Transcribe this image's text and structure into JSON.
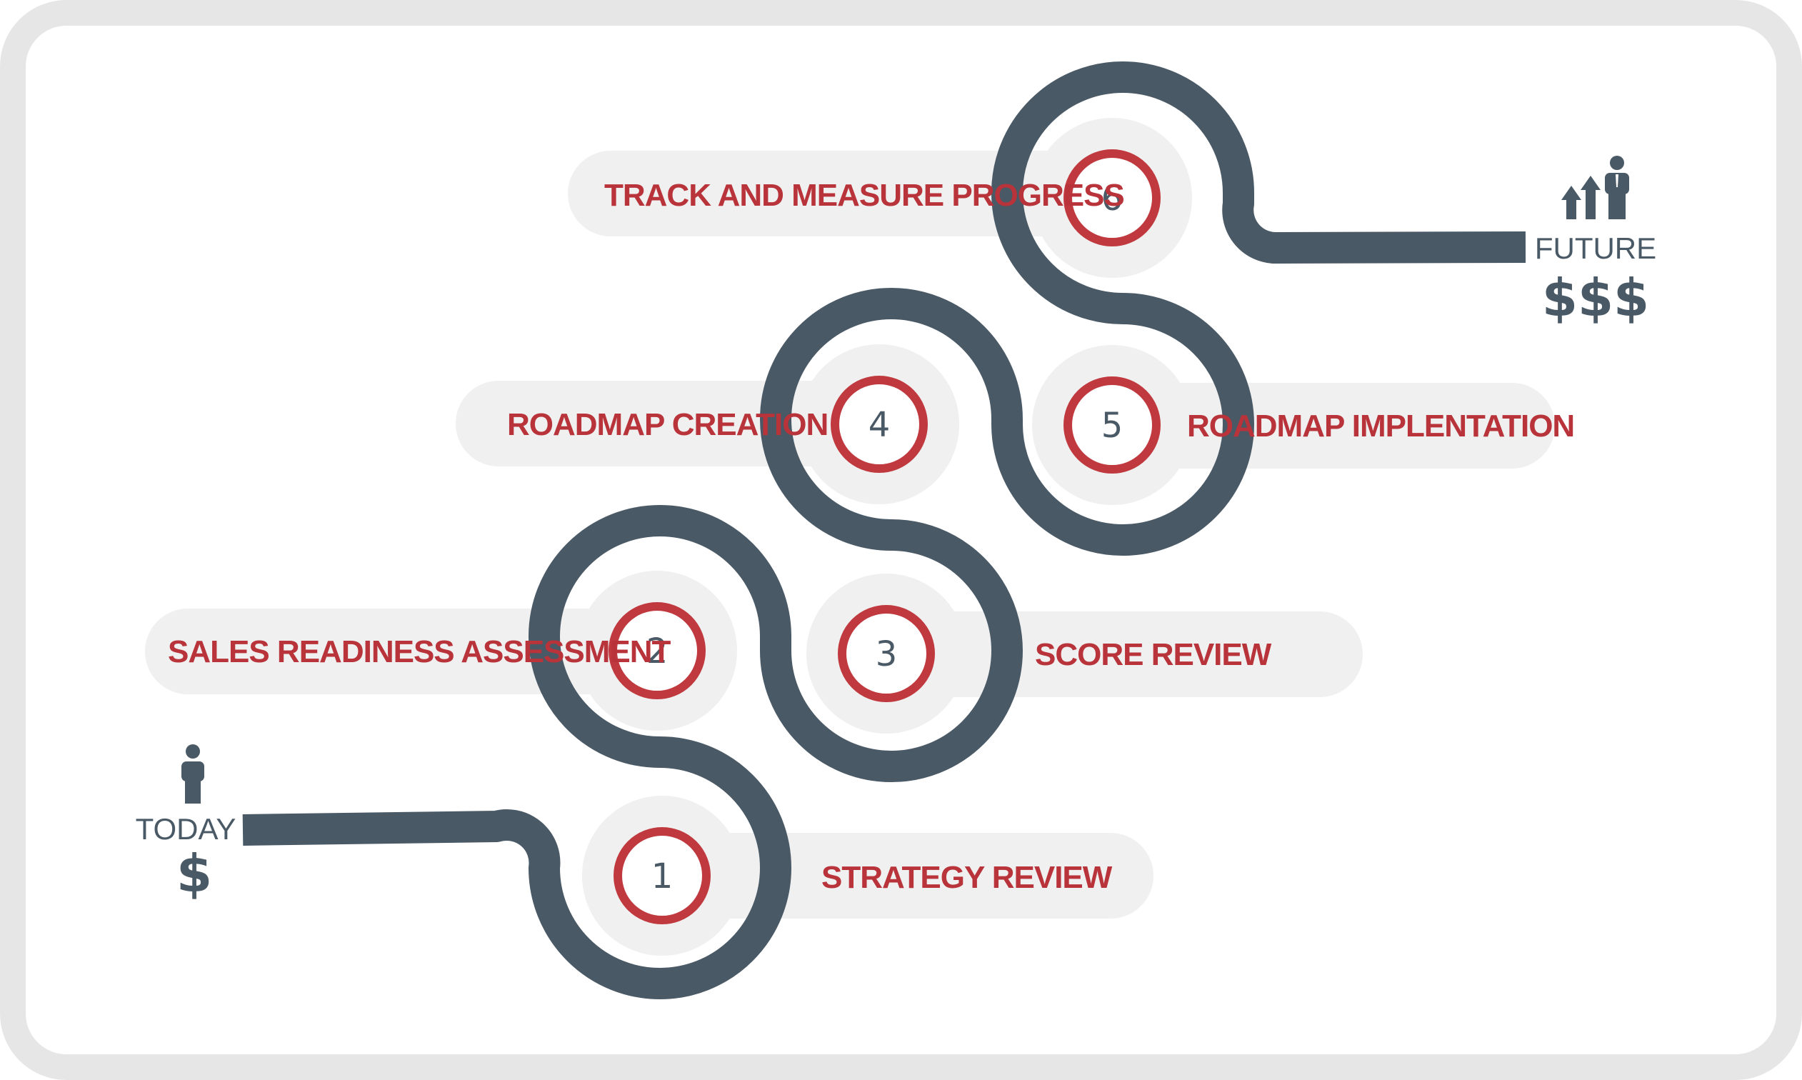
{
  "colors": {
    "frame": "#e6e6e6",
    "road": "#4a5966",
    "pill": "#f0f0f0",
    "ring": "#c0393f",
    "label": "#b8333a"
  },
  "today": {
    "label": "TODAY",
    "money": "$"
  },
  "future": {
    "label": "FUTURE",
    "money": "$$$"
  },
  "steps": [
    {
      "number": "1",
      "label": "STRATEGY REVIEW"
    },
    {
      "number": "2",
      "label": "SALES READINESS ASSESSMENT"
    },
    {
      "number": "3",
      "label": "SCORE REVIEW"
    },
    {
      "number": "4",
      "label": "ROADMAP CREATION"
    },
    {
      "number": "5",
      "label": "ROADMAP IMPLENTATION"
    },
    {
      "number": "6",
      "label": "TRACK AND MEASURE PROGRESS"
    }
  ],
  "icons": {
    "today": "person-icon",
    "future": "growth-businessman-icon"
  }
}
